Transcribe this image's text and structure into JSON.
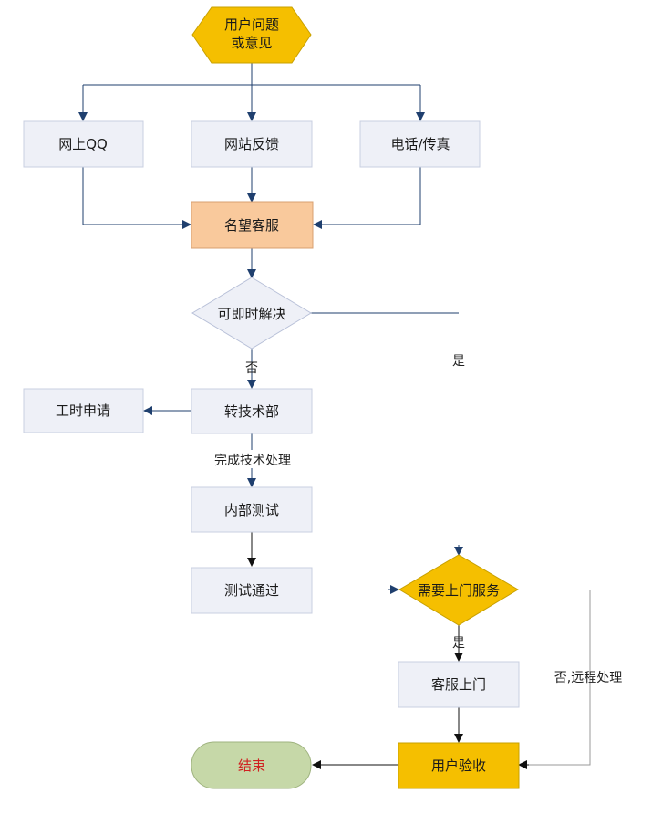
{
  "diagram": {
    "nodes": {
      "start_line1": "用户问题",
      "start_line2": "或意见",
      "qq": "网上QQ",
      "web_feedback": "网站反馈",
      "phone_fax": "电话/传真",
      "service": "名望客服",
      "can_solve": "可即时解决",
      "work_hours": "工时申请",
      "tech_dept": "转技术部",
      "internal_test": "内部测试",
      "test_pass": "测试通过",
      "need_onsite": "需要上门服务",
      "onsite_visit": "客服上门",
      "user_accept": "用户验收",
      "end": "结束"
    },
    "edge_labels": {
      "yes_solve": "是",
      "no_solve": "否",
      "tech_done": "完成技术处理",
      "yes_onsite": "是",
      "no_remote": "否,远程处理"
    },
    "colors": {
      "start_fill": "#f5bf00",
      "process_fill": "#eef0f7",
      "highlight_fill": "#f9c99c",
      "decision_fill": "#eef0f7",
      "onsite_fill": "#f5bf00",
      "end_fill": "#c6d8a8",
      "arrow": "#1f3f6e",
      "end_text": "#d02020"
    }
  }
}
